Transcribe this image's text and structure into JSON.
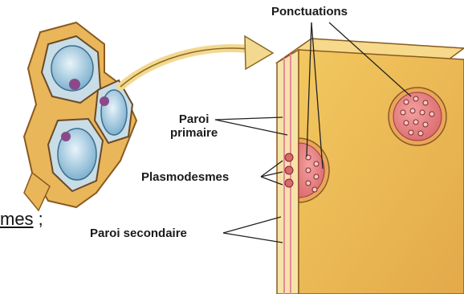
{
  "labels": {
    "ponctuations": "Ponctuations",
    "paroi_primaire_line1": "Paroi",
    "paroi_primaire_line2": "primaire",
    "plasmodesmes": "Plasmodesmes",
    "paroi_secondaire": "Paroi secondaire"
  },
  "side_text": {
    "fragment": "mes",
    "suffix": " ;"
  }
}
